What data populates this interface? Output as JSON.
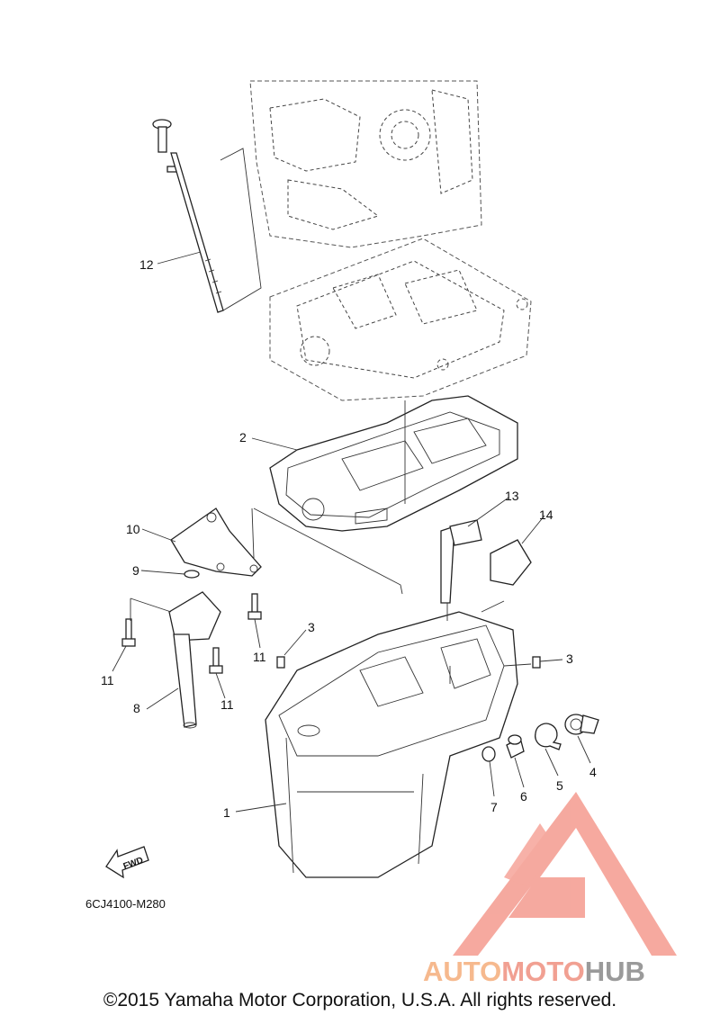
{
  "diagram": {
    "part_labels": [
      "1",
      "2",
      "3",
      "3",
      "4",
      "5",
      "6",
      "7",
      "8",
      "9",
      "10",
      "11",
      "11",
      "11",
      "12",
      "13",
      "14"
    ],
    "direction_arrow_label": "FWD",
    "drawing_code": "6CJ4100-M280"
  },
  "watermark": {
    "text_part1": "AUTO",
    "text_part2": "MOTO",
    "text_part3": "HUB",
    "colors": {
      "auto": "#f6b98e",
      "moto": "#f1a092",
      "hub": "#9a9a9a",
      "logo": "#f5a095"
    }
  },
  "footer": {
    "copyright": "©2015 Yamaha Motor Corporation, U.S.A. All rights reserved."
  }
}
